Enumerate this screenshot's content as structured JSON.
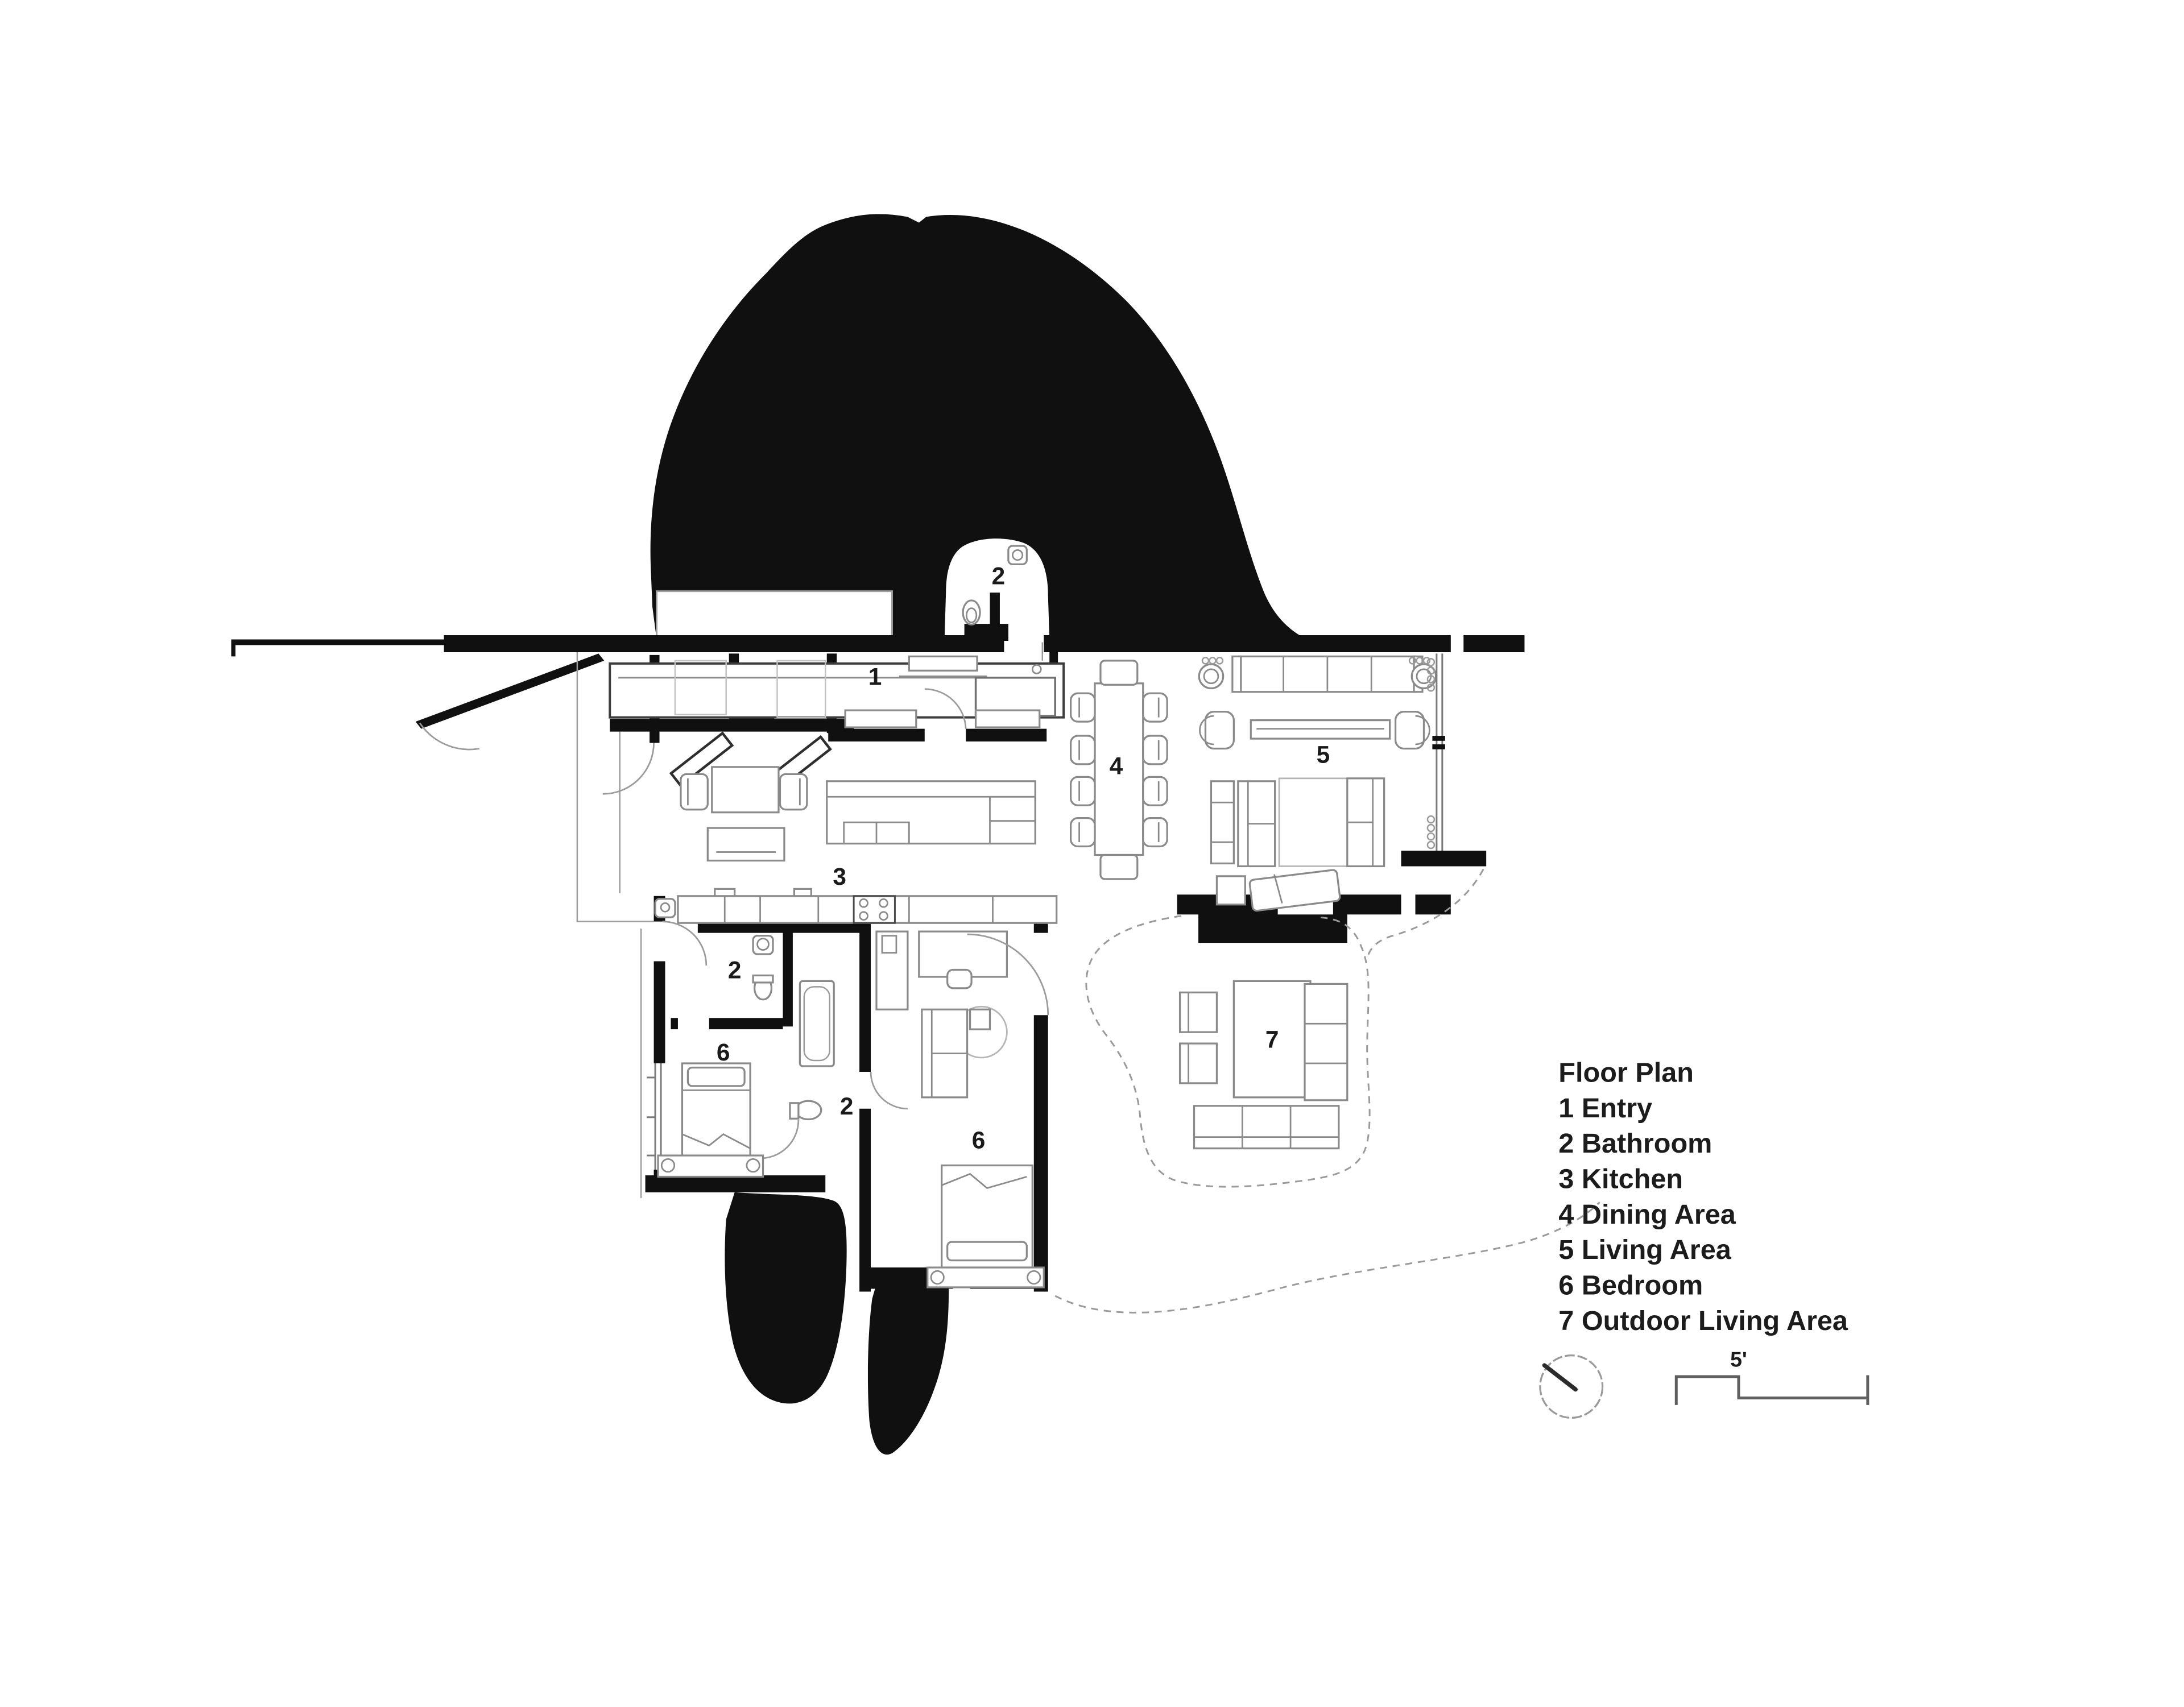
{
  "drawing": {
    "title": "Floor Plan",
    "type": "architectural-floor-plan"
  },
  "legend": {
    "title": "Floor Plan",
    "items": [
      "1 Entry",
      "2 Bathroom",
      "3 Kitchen",
      "4 Dining Area",
      "5 Living Area",
      "6 Bedroom",
      "7 Outdoor Living Area"
    ]
  },
  "scale_bar": {
    "label": "5'"
  },
  "compass": {
    "icon": "north-arrow-circle"
  },
  "plan": {
    "room_labels": [
      {
        "id": "bathroom-north",
        "text": "2"
      },
      {
        "id": "entry",
        "text": "1"
      },
      {
        "id": "kitchen",
        "text": "3"
      },
      {
        "id": "dining-area",
        "text": "4"
      },
      {
        "id": "living-area",
        "text": "5"
      },
      {
        "id": "bathroom-upper",
        "text": "2"
      },
      {
        "id": "bedroom-left",
        "text": "6"
      },
      {
        "id": "bathroom-center",
        "text": "2"
      },
      {
        "id": "bedroom-right",
        "text": "6"
      },
      {
        "id": "outdoor-living-area",
        "text": "7"
      }
    ],
    "colors": {
      "wall": "#101010",
      "rock": "#101010",
      "furniture_stroke": "#8a8a8a",
      "dashed_line": "#9a9a9a",
      "label_text": "#1a1a1a"
    }
  }
}
